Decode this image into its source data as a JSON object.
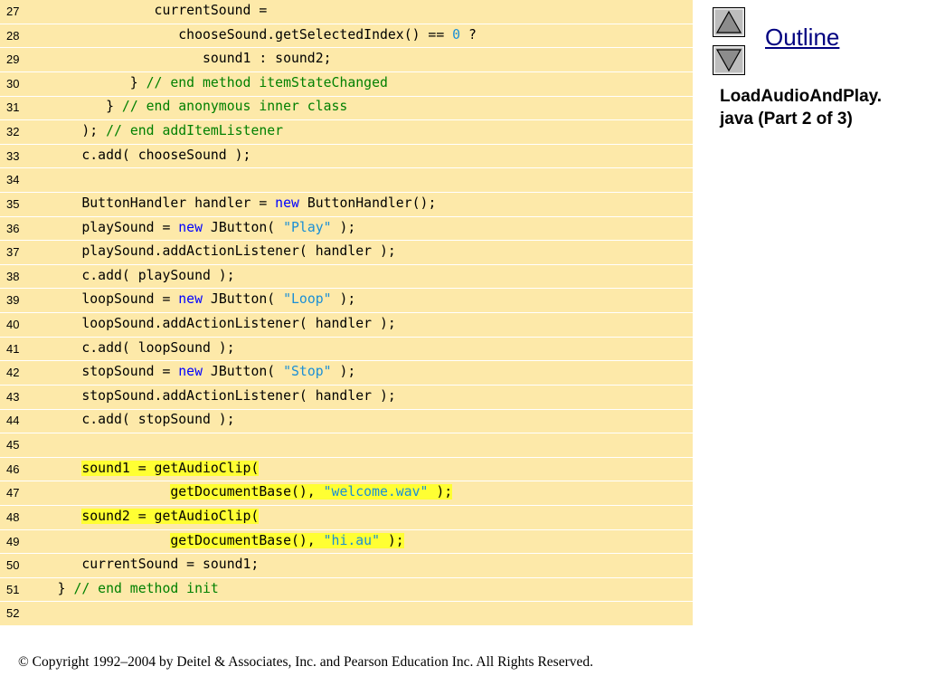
{
  "outline": {
    "link_label": "Outline",
    "file_title_line1": "LoadAudioAndPlay.",
    "file_title_line2": "java (Part 2 of 3)",
    "up_icon": "triangle-up-icon",
    "down_icon": "triangle-down-icon"
  },
  "footer": {
    "copyright": "© Copyright 1992–2004 by Deitel & Associates, Inc. and Pearson Education Inc. All Rights Reserved."
  },
  "colors": {
    "code_background": "#fde9a9",
    "keyword": "#0000ff",
    "string_literal": "#1a8fd6",
    "comment": "#008000",
    "highlight": "#ffff33"
  },
  "code_lines": [
    {
      "num": "27",
      "segments": [
        {
          "t": "                currentSound =",
          "k": "plain"
        }
      ]
    },
    {
      "num": "28",
      "segments": [
        {
          "t": "                   chooseSound.getSelectedIndex() == ",
          "k": "plain"
        },
        {
          "t": "0",
          "k": "num"
        },
        {
          "t": " ?",
          "k": "plain"
        }
      ]
    },
    {
      "num": "29",
      "segments": [
        {
          "t": "                      sound1 : sound2;",
          "k": "plain"
        }
      ]
    },
    {
      "num": "30",
      "segments": [
        {
          "t": "             } ",
          "k": "plain"
        },
        {
          "t": "// end method itemStateChanged",
          "k": "cmt"
        }
      ]
    },
    {
      "num": "31",
      "segments": [
        {
          "t": "          } ",
          "k": "plain"
        },
        {
          "t": "// end anonymous inner class",
          "k": "cmt"
        }
      ]
    },
    {
      "num": "32",
      "segments": [
        {
          "t": "       ); ",
          "k": "plain"
        },
        {
          "t": "// end addItemListener",
          "k": "cmt"
        }
      ]
    },
    {
      "num": "33",
      "segments": [
        {
          "t": "       c.add( chooseSound );",
          "k": "plain"
        }
      ]
    },
    {
      "num": "34",
      "segments": []
    },
    {
      "num": "35",
      "segments": [
        {
          "t": "       ButtonHandler handler = ",
          "k": "plain"
        },
        {
          "t": "new",
          "k": "kw"
        },
        {
          "t": " ButtonHandler();",
          "k": "plain"
        }
      ]
    },
    {
      "num": "36",
      "segments": [
        {
          "t": "       playSound = ",
          "k": "plain"
        },
        {
          "t": "new",
          "k": "kw"
        },
        {
          "t": " JButton( ",
          "k": "plain"
        },
        {
          "t": "\"Play\"",
          "k": "str"
        },
        {
          "t": " );",
          "k": "plain"
        }
      ]
    },
    {
      "num": "37",
      "segments": [
        {
          "t": "       playSound.addActionListener( handler );",
          "k": "plain"
        }
      ]
    },
    {
      "num": "38",
      "segments": [
        {
          "t": "       c.add( playSound );",
          "k": "plain"
        }
      ]
    },
    {
      "num": "39",
      "segments": [
        {
          "t": "       loopSound = ",
          "k": "plain"
        },
        {
          "t": "new",
          "k": "kw"
        },
        {
          "t": " JButton( ",
          "k": "plain"
        },
        {
          "t": "\"Loop\"",
          "k": "str"
        },
        {
          "t": " );",
          "k": "plain"
        }
      ]
    },
    {
      "num": "40",
      "segments": [
        {
          "t": "       loopSound.addActionListener( handler );",
          "k": "plain"
        }
      ]
    },
    {
      "num": "41",
      "segments": [
        {
          "t": "       c.add( loopSound );",
          "k": "plain"
        }
      ]
    },
    {
      "num": "42",
      "segments": [
        {
          "t": "       stopSound = ",
          "k": "plain"
        },
        {
          "t": "new",
          "k": "kw"
        },
        {
          "t": " JButton( ",
          "k": "plain"
        },
        {
          "t": "\"Stop\"",
          "k": "str"
        },
        {
          "t": " );",
          "k": "plain"
        }
      ]
    },
    {
      "num": "43",
      "segments": [
        {
          "t": "       stopSound.addActionListener( handler );",
          "k": "plain"
        }
      ]
    },
    {
      "num": "44",
      "segments": [
        {
          "t": "       c.add( stopSound );",
          "k": "plain"
        }
      ]
    },
    {
      "num": "45",
      "segments": []
    },
    {
      "num": "46",
      "segments": [
        {
          "t": "       ",
          "k": "plain"
        },
        {
          "t": "sound1 = getAudioClip(",
          "k": "hl"
        }
      ]
    },
    {
      "num": "47",
      "segments": [
        {
          "t": "                  ",
          "k": "plain"
        },
        {
          "t": "getDocumentBase(), ",
          "k": "hl"
        },
        {
          "t": "\"welcome.wav\"",
          "k": "hlstr"
        },
        {
          "t": " );",
          "k": "hl"
        }
      ]
    },
    {
      "num": "48",
      "segments": [
        {
          "t": "       ",
          "k": "plain"
        },
        {
          "t": "sound2 = getAudioClip(",
          "k": "hl"
        }
      ]
    },
    {
      "num": "49",
      "segments": [
        {
          "t": "                  ",
          "k": "plain"
        },
        {
          "t": "getDocumentBase(), ",
          "k": "hl"
        },
        {
          "t": "\"hi.au\"",
          "k": "hlstr"
        },
        {
          "t": " );",
          "k": "hl"
        }
      ]
    },
    {
      "num": "50",
      "segments": [
        {
          "t": "       currentSound = sound1;",
          "k": "plain"
        }
      ]
    },
    {
      "num": "51",
      "segments": [
        {
          "t": "    } ",
          "k": "plain"
        },
        {
          "t": "// end method init",
          "k": "cmt"
        }
      ]
    },
    {
      "num": "52",
      "segments": []
    }
  ]
}
